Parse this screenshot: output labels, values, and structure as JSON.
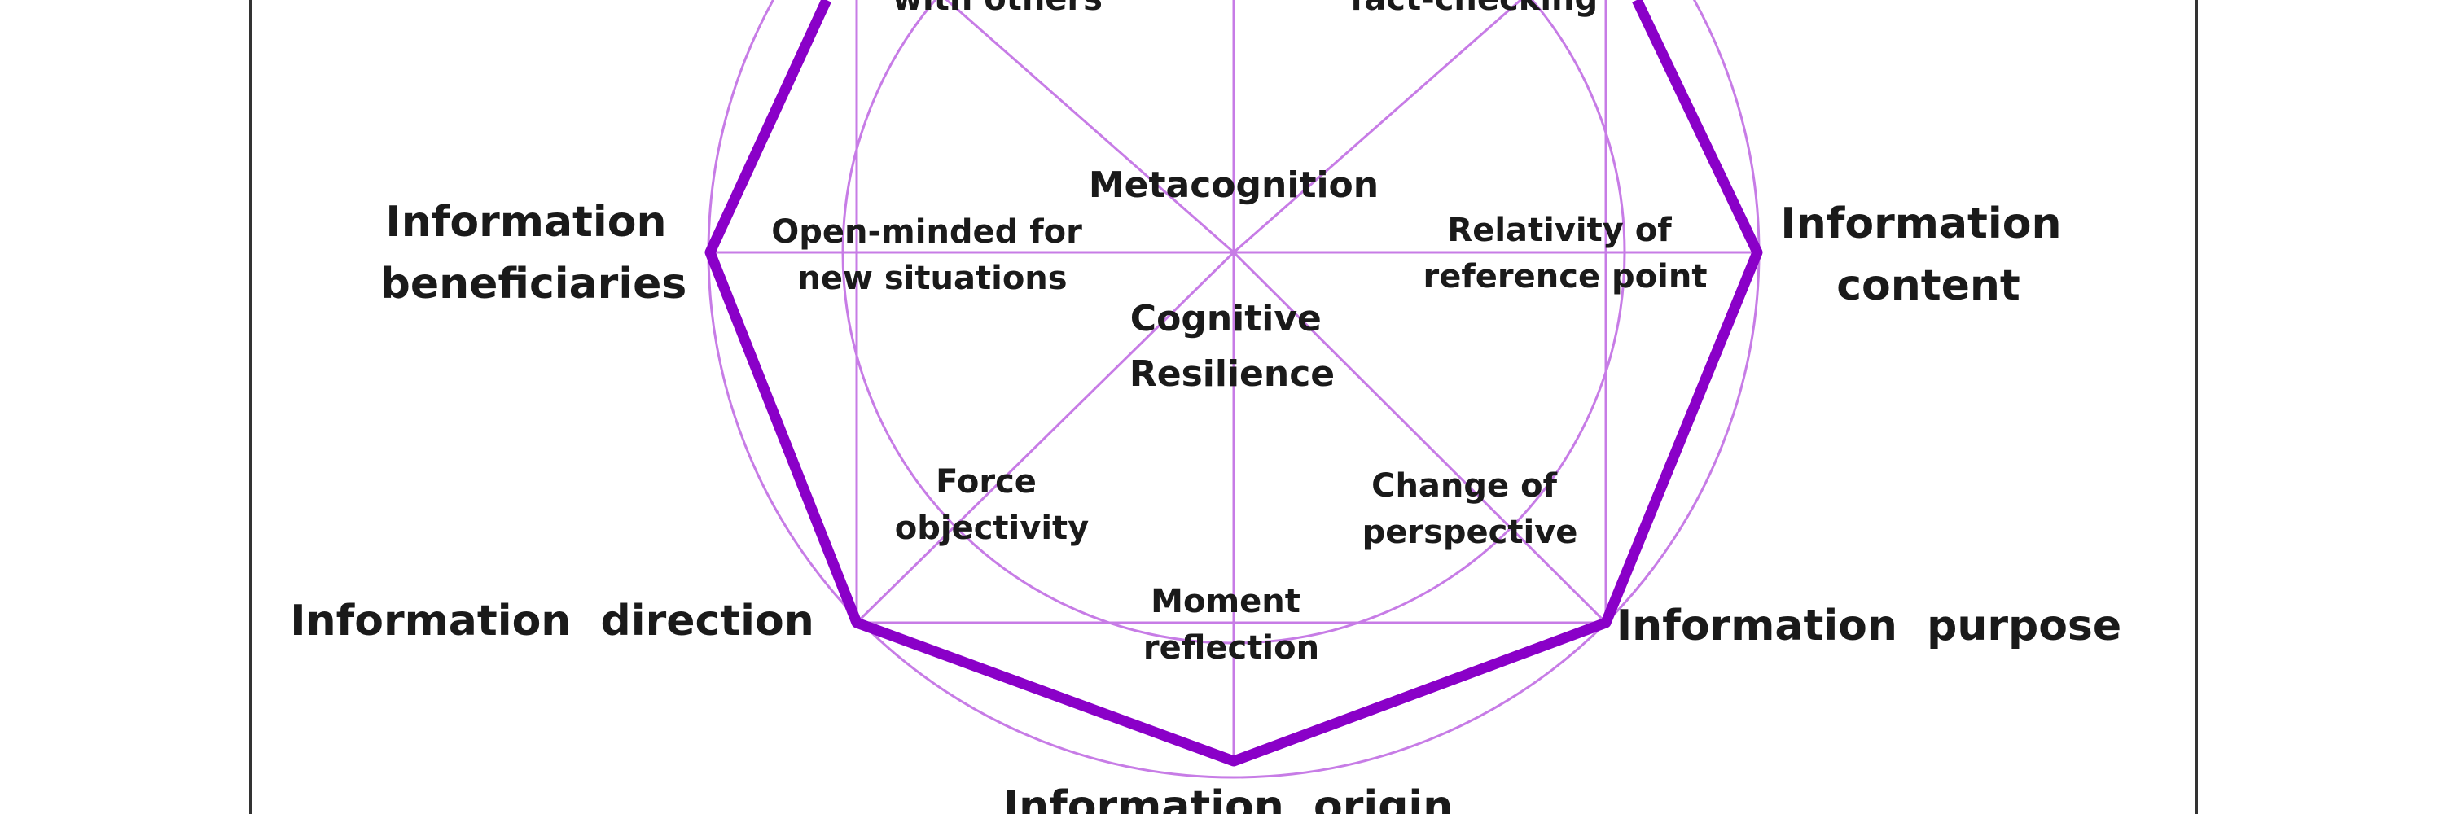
{
  "diagram": {
    "colors": {
      "heptagon": "#8a00c8",
      "guides": "#c77ce6",
      "frame": "#333333",
      "text": "#1a1a1a"
    },
    "outer_labels": {
      "beneficiaries": [
        "Information",
        "beneficiaries"
      ],
      "content": [
        "Information",
        "content"
      ],
      "direction": "Information  direction",
      "purpose": "Information  purpose",
      "origin": "Information  origin"
    },
    "inner_labels": {
      "top_left": "with others",
      "top_right": "fact-checking",
      "metacognition": "Metacognition",
      "open_minded": [
        "Open-minded for",
        "new situations"
      ],
      "relativity": [
        "Relativity of",
        "reference point"
      ],
      "cognitive_resilience": [
        "Cognitive",
        "Resilience"
      ],
      "force_objectivity": [
        "Force",
        "objectivity"
      ],
      "change_perspective": [
        "Change of",
        "perspective"
      ],
      "moment_reflection": [
        "Moment",
        "reflection"
      ]
    }
  }
}
